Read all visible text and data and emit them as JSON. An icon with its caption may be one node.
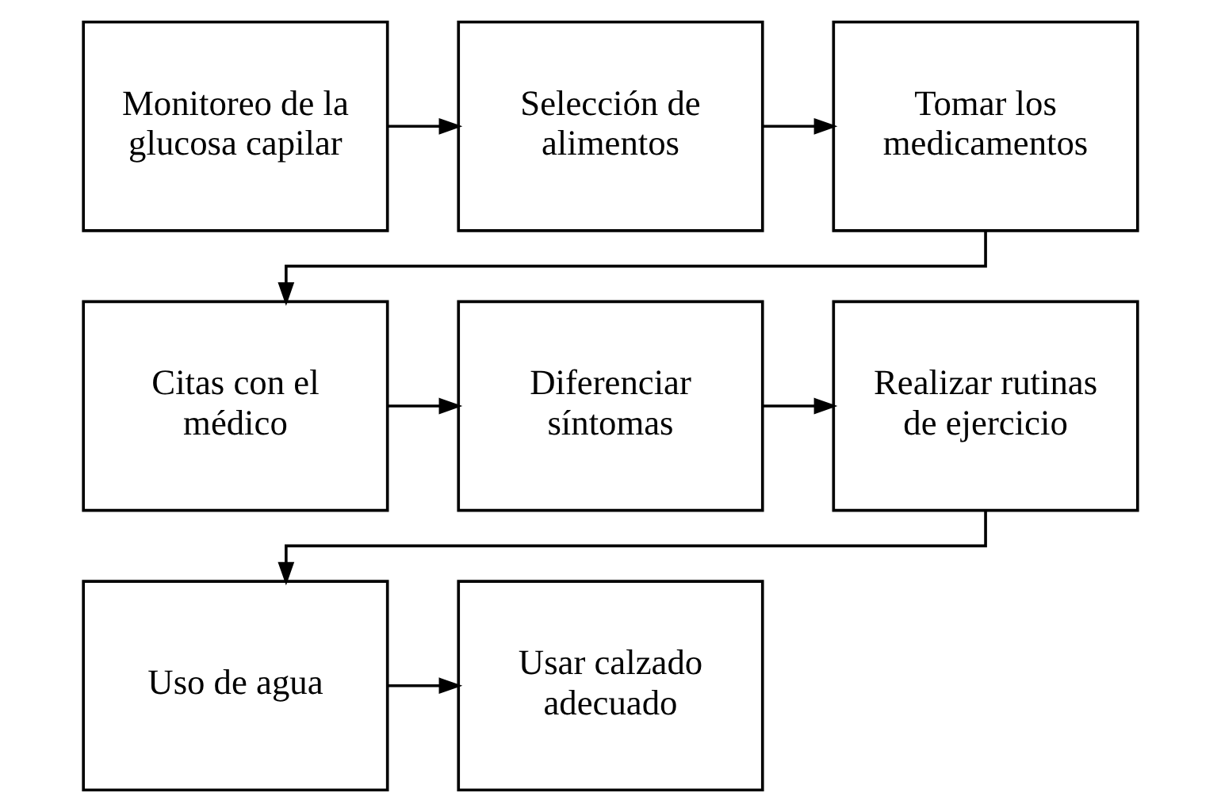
{
  "diagram": {
    "nodes": [
      {
        "text": [
          "Monitoreo de la glucosa capilar"
        ]
      },
      {
        "text": [
          "Selección de alimentos"
        ]
      },
      {
        "text": [
          "Tomar los medicamentos"
        ]
      },
      {
        "text": [
          "Citas con el médico"
        ]
      },
      {
        "text": [
          "Diferenciar síntomas"
        ]
      },
      {
        "text": [
          "Realizar rutinas de ejercicio"
        ]
      },
      {
        "text": [
          "Uso de agua"
        ]
      },
      {
        "text": [
          "Usar calzado adecuado"
        ]
      }
    ],
    "edges": [
      {
        "from": 0,
        "to": 1,
        "arrow": "to"
      },
      {
        "from": 1,
        "to": 2,
        "arrow": "to"
      },
      {
        "from": 2,
        "to": 3,
        "arrow": "to"
      },
      {
        "from": 3,
        "to": 4,
        "arrow": "to"
      },
      {
        "from": 4,
        "to": 5,
        "arrow": "to"
      },
      {
        "from": 5,
        "to": 6,
        "arrow": "to"
      },
      {
        "from": 6,
        "to": 7,
        "arrow": "to"
      }
    ]
  }
}
